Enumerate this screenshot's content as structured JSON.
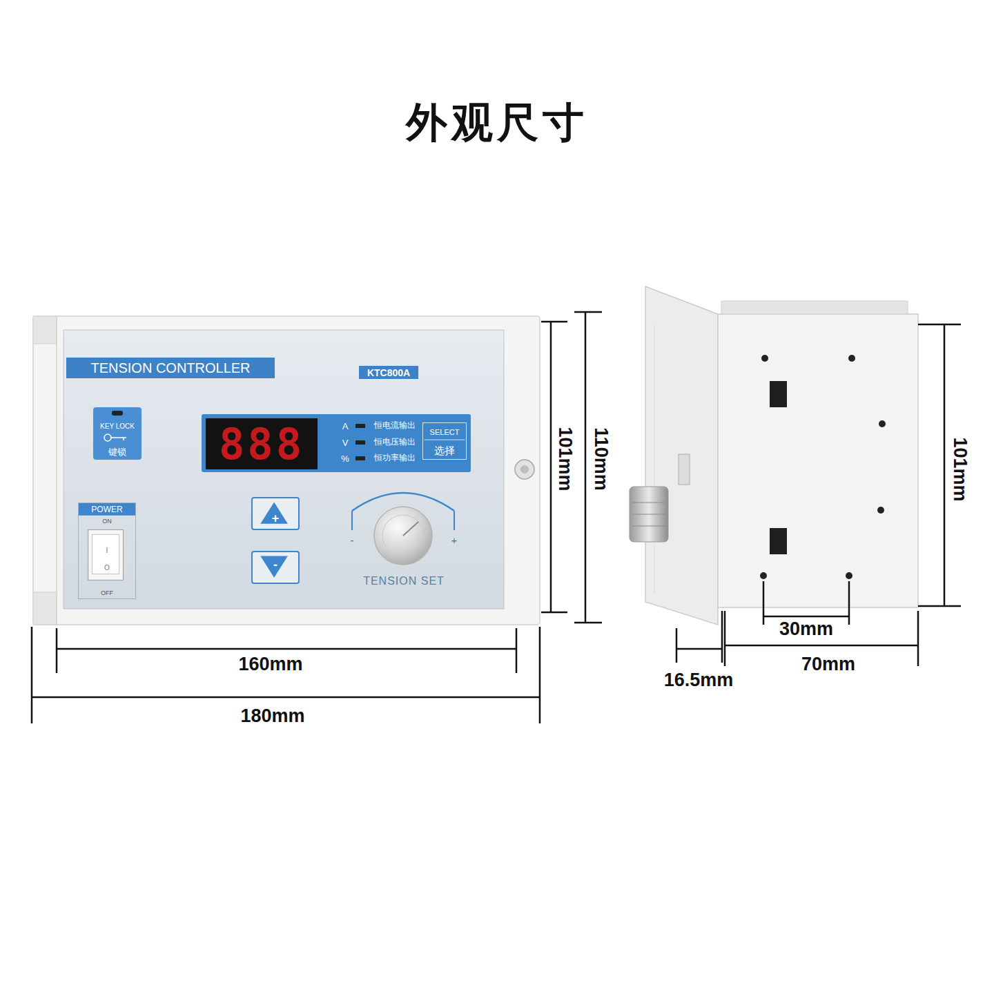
{
  "diagram": {
    "title": "外观尺寸",
    "nodes": [
      {
        "text": [
          "TENSION CONTROLLER"
        ]
      },
      {
        "text": [
          "KTC800A"
        ]
      },
      {
        "text": [
          "KEY LOCK",
          "键锁"
        ]
      },
      {
        "text": [
          "888"
        ]
      },
      {
        "text": [
          "SELECT",
          "选择"
        ]
      },
      {
        "text": [
          "+"
        ]
      },
      {
        "text": [
          "-"
        ]
      },
      {
        "text": [
          "POWER",
          "ON",
          "OFF"
        ]
      }
    ],
    "labels": [
      "A",
      "恒电流输出",
      "V",
      "恒电压输出",
      "%",
      "恒功率输出",
      "-",
      "+",
      "TENSION SET",
      "I",
      "O",
      "101mm",
      "110mm",
      "160mm",
      "180mm",
      "101mm",
      "30mm",
      "16.5mm",
      "70mm"
    ]
  }
}
